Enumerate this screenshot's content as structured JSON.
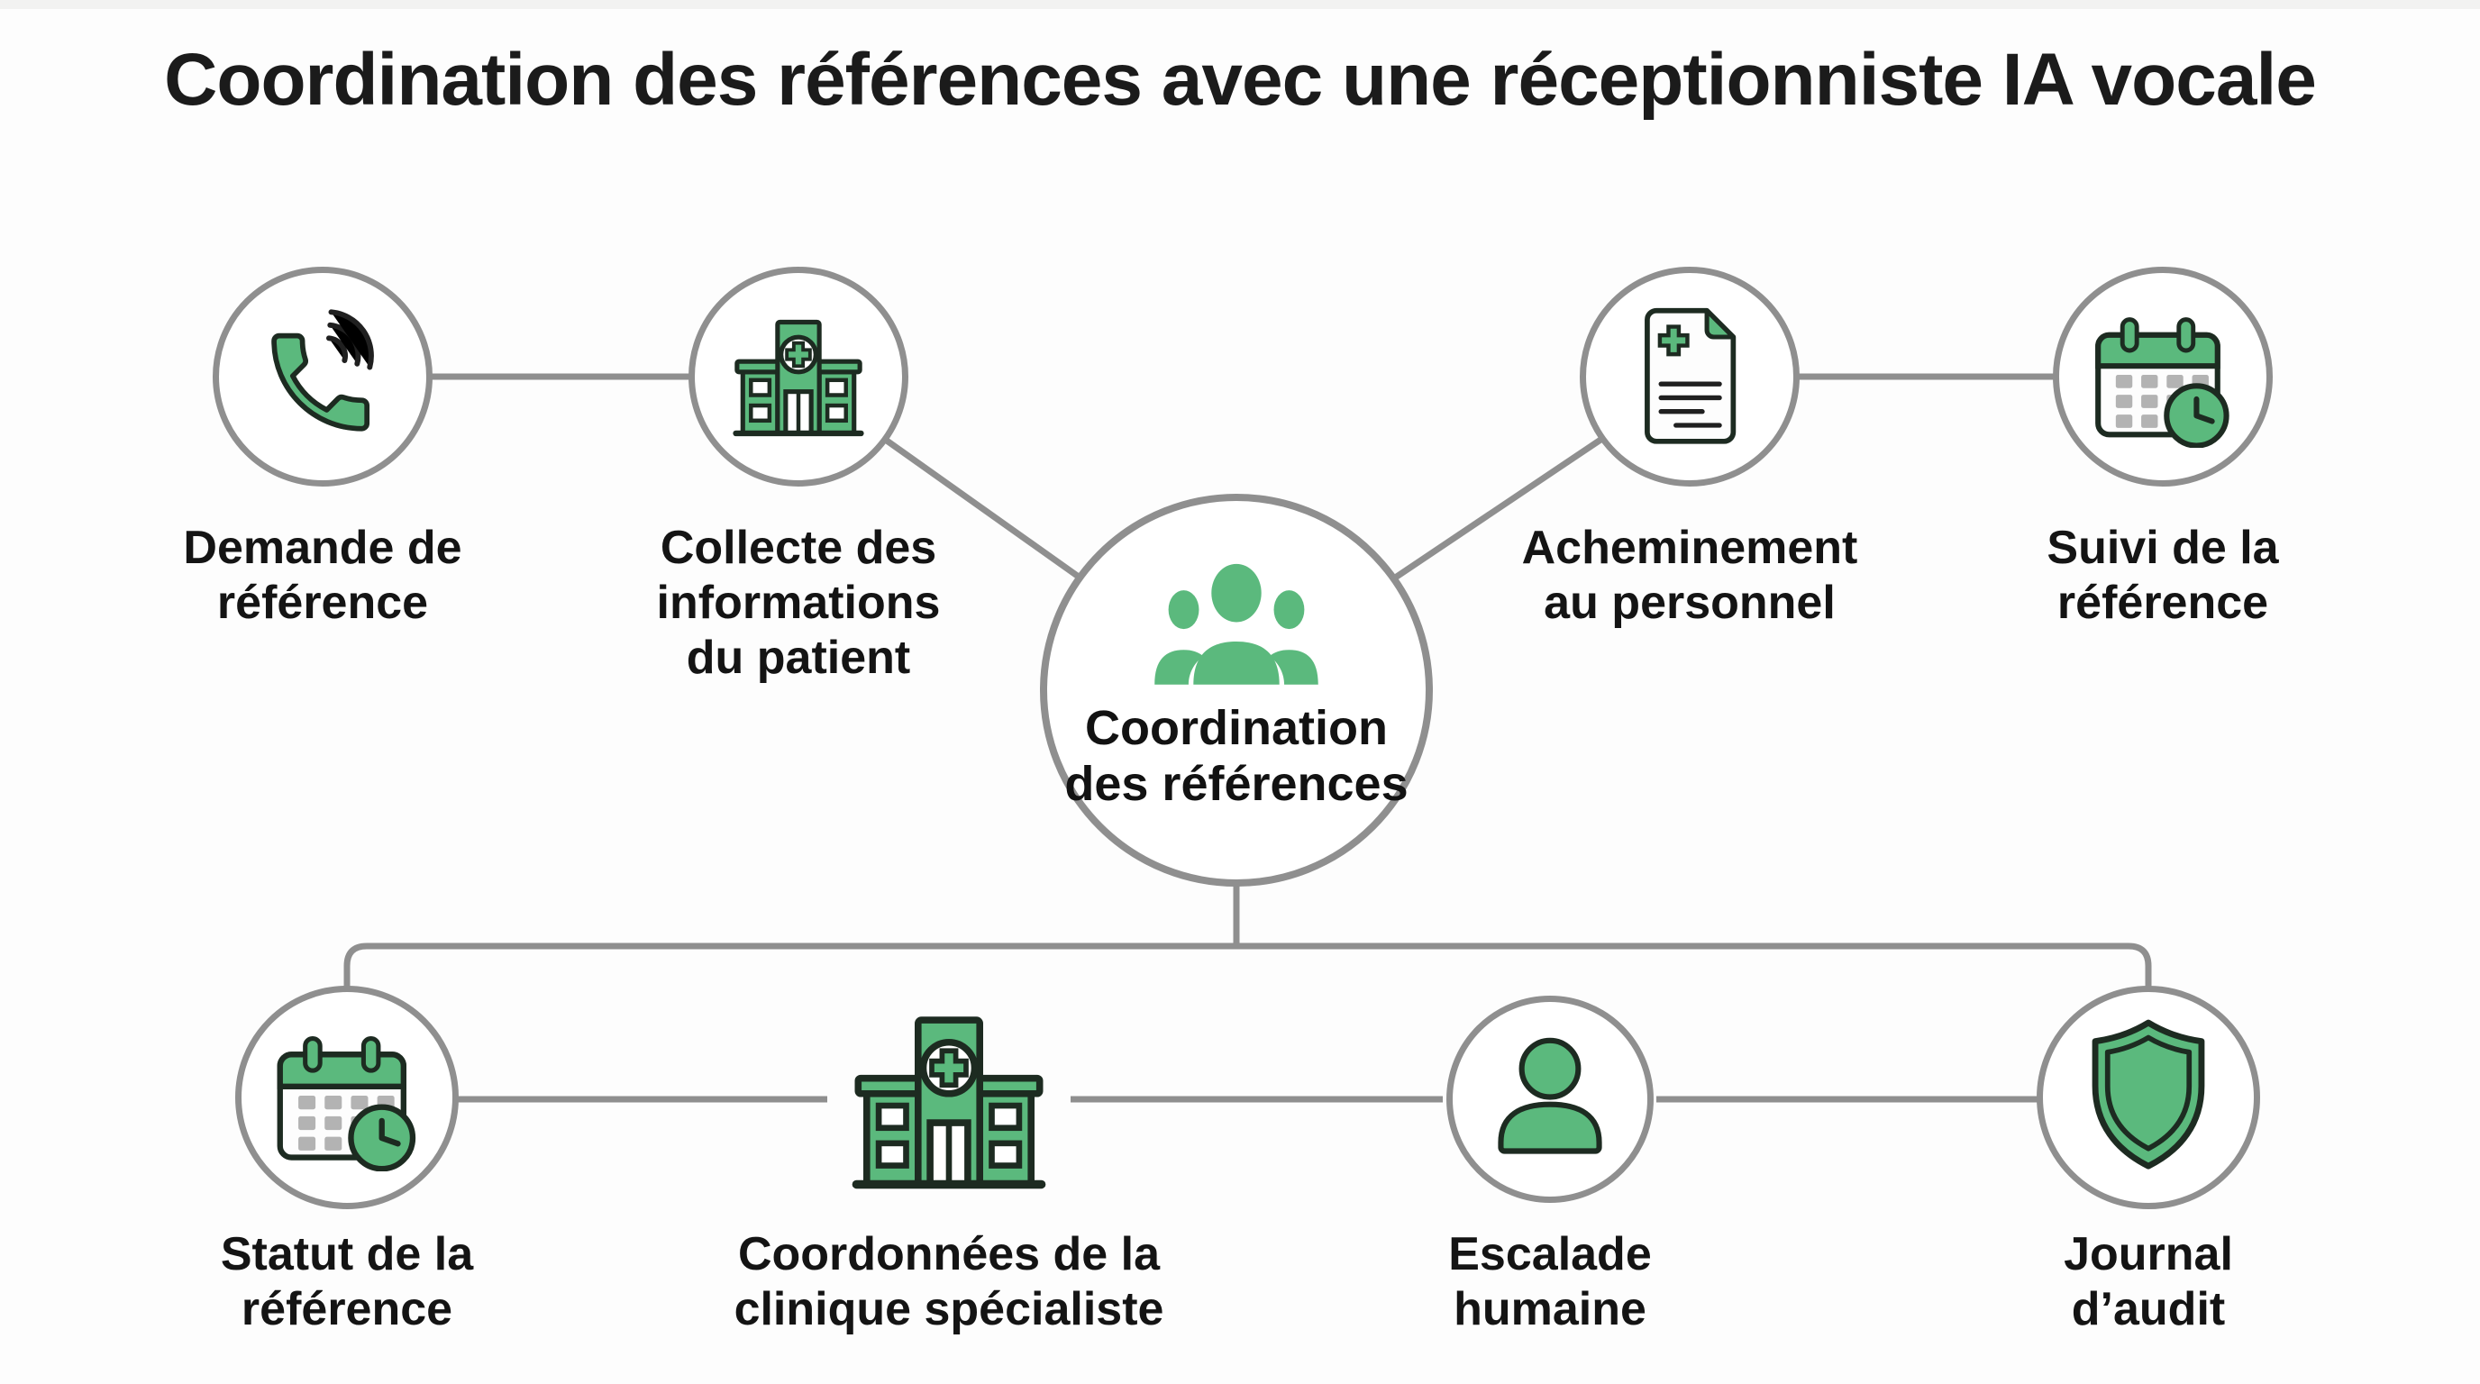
{
  "title": "Coordination des références avec une réceptionniste IA vocale",
  "colors": {
    "accent_green": "#5bb97d",
    "icon_outline": "#1d2b21",
    "connector_gray": "#8f8f8f",
    "text": "#141414",
    "calendar_grid_gray": "#b3b3b3"
  },
  "center": {
    "icon": "people-group-icon",
    "label": "Coordination\ndes références"
  },
  "top_nodes": [
    {
      "id": "demande-reference",
      "icon": "phone-icon",
      "label": "Demande de\nréférence"
    },
    {
      "id": "collecte-informations",
      "icon": "clinic-building-icon",
      "label": "Collecte des\ninformations\ndu patient"
    },
    {
      "id": "acheminement-personnel",
      "icon": "medical-document-icon",
      "label": "Acheminement\nau personnel"
    },
    {
      "id": "suivi-reference",
      "icon": "calendar-clock-icon",
      "label": "Suivi de la\nréférence"
    }
  ],
  "bottom_nodes": [
    {
      "id": "statut-reference",
      "icon": "calendar-clock-icon",
      "label": "Statut de la\nréférence"
    },
    {
      "id": "coordonnees-clinique",
      "icon": "clinic-building-icon",
      "label": "Coordonnées de la\nclinique spécialiste"
    },
    {
      "id": "escalade-humaine",
      "icon": "person-icon",
      "label": "Escalade\nhumaine"
    },
    {
      "id": "journal-audit",
      "icon": "shield-icon",
      "label": "Journal\nd’audit"
    }
  ]
}
